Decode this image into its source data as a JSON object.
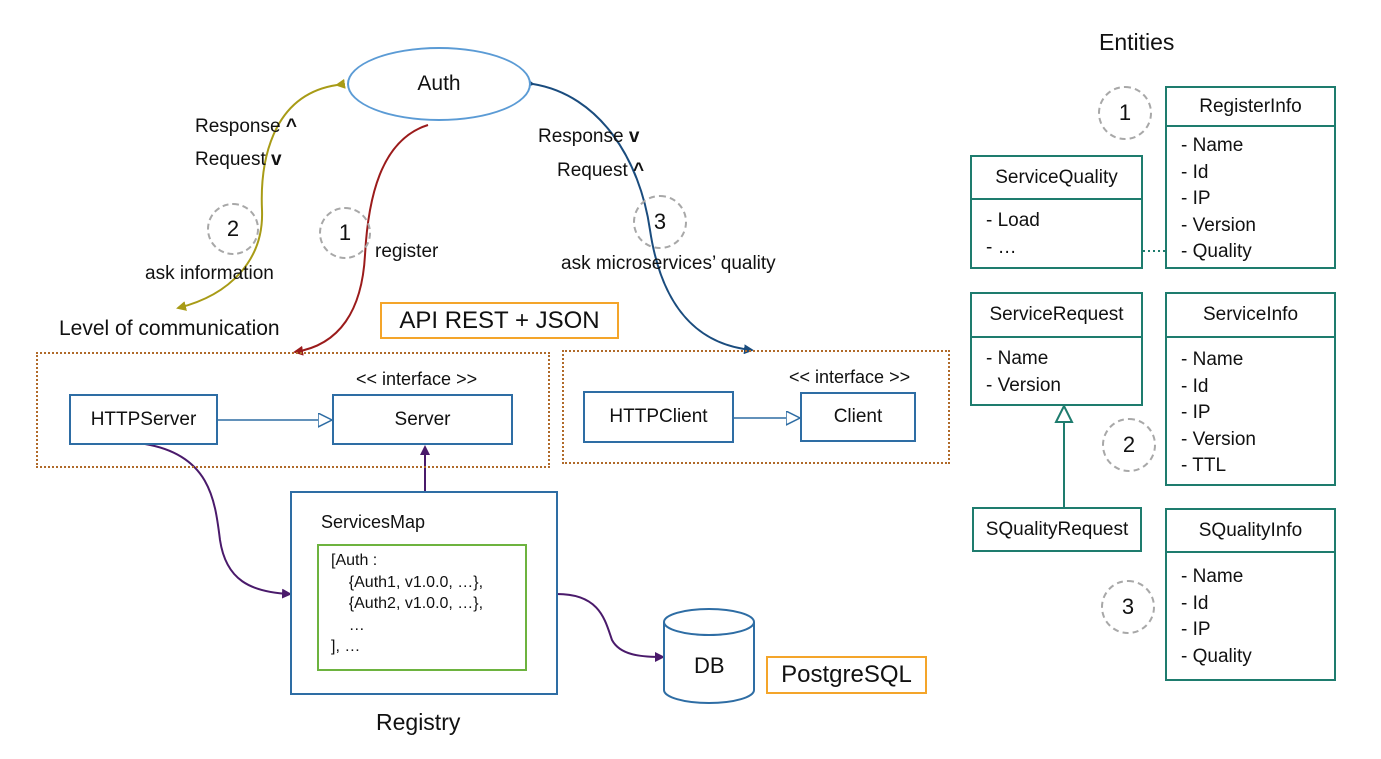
{
  "auth": {
    "label": "Auth"
  },
  "left_flow": {
    "response": "Response ",
    "response_arrow": "^",
    "request": "Request ",
    "request_arrow": "v",
    "step": "2",
    "caption": "ask information"
  },
  "middle_flow": {
    "step": "1",
    "caption": "register"
  },
  "right_flow": {
    "response": "Response ",
    "response_arrow": "v",
    "request": "Request ",
    "request_arrow": "^",
    "step": "3",
    "caption": "ask microservices’ quality"
  },
  "level_label": "Level of communication",
  "api_label": "API REST + JSON",
  "server_group": {
    "interface_label": "<< interface >>",
    "impl": "HTTPServer",
    "iface": "Server"
  },
  "client_group": {
    "interface_label": "<< interface >>",
    "impl": "HTTPClient",
    "iface": "Client"
  },
  "registry": {
    "title": "ServicesMap",
    "map_lines": [
      "[Auth :",
      "    {Auth1, v1.0.0, …},",
      "    {Auth2, v1.0.0, …},",
      "    …",
      "], …"
    ],
    "label": "Registry"
  },
  "db": {
    "label": "DB",
    "tech": "PostgreSQL"
  },
  "entities": {
    "title": "Entities",
    "steps": [
      "1",
      "2",
      "3"
    ],
    "register_info": {
      "name": "RegisterInfo",
      "fields": [
        "- Name",
        "- Id",
        "- IP",
        "- Version",
        "- Quality"
      ]
    },
    "service_quality": {
      "name": "ServiceQuality",
      "fields": [
        "- Load",
        "- …"
      ]
    },
    "service_request": {
      "name": "ServiceRequest",
      "fields": [
        "- Name",
        "- Version"
      ]
    },
    "service_info": {
      "name": "ServiceInfo",
      "fields": [
        "- Name",
        "- Id",
        "- IP",
        "- Version",
        "- TTL"
      ]
    },
    "squality_request": {
      "name": "SQualityRequest"
    },
    "squality_info": {
      "name": "SQualityInfo",
      "fields": [
        "- Name",
        "- Id",
        "- IP",
        "- Quality"
      ]
    }
  },
  "colors": {
    "component_border": "#2e6da4",
    "entity_border": "#1e7c6e",
    "highlight_border": "#f4a52a",
    "map_border": "#6db33f",
    "group_dotted": "#b06a2a",
    "ask_info_arrow": "#a89b16",
    "register_arrow": "#9b1b1b",
    "quality_arrow": "#1a4c7e",
    "registry_links": "#4a1a6b"
  }
}
